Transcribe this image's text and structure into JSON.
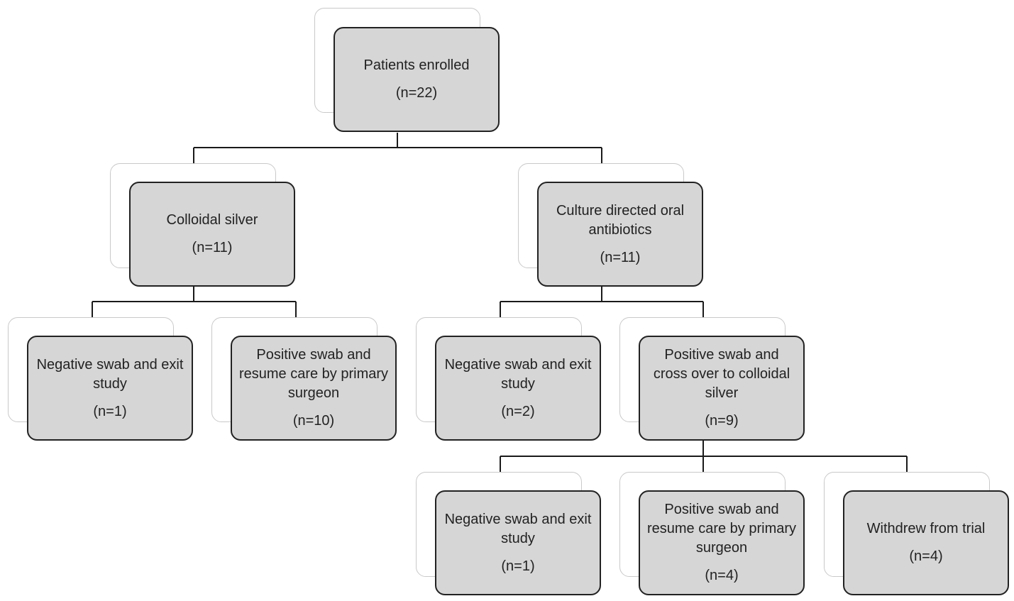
{
  "nodes": {
    "enrolled": {
      "label": "Patients enrolled",
      "count": "(n=22)"
    },
    "silver": {
      "label": "Colloidal silver",
      "count": "(n=11)"
    },
    "antibiotics": {
      "label": "Culture directed oral antibiotics",
      "count": "(n=11)"
    },
    "silver_neg": {
      "label": "Negative swab and exit study",
      "count": "(n=1)"
    },
    "silver_pos": {
      "label": "Positive swab and resume care by primary surgeon",
      "count": "(n=10)"
    },
    "abx_neg": {
      "label": "Negative swab and exit study",
      "count": "(n=2)"
    },
    "abx_pos": {
      "label": "Positive swab and cross over to colloidal silver",
      "count": "(n=9)"
    },
    "cross_neg": {
      "label": "Negative swab and exit study",
      "count": "(n=1)"
    },
    "cross_pos": {
      "label": "Positive swab and resume care by primary surgeon",
      "count": "(n=4)"
    },
    "cross_withdrew": {
      "label": "Withdrew from trial",
      "count": "(n=4)"
    }
  },
  "colors": {
    "box_fill": "#d6d6d6",
    "box_border": "#222222",
    "shadow_border": "#c9c9c9",
    "connector": "#1a1a1a"
  }
}
